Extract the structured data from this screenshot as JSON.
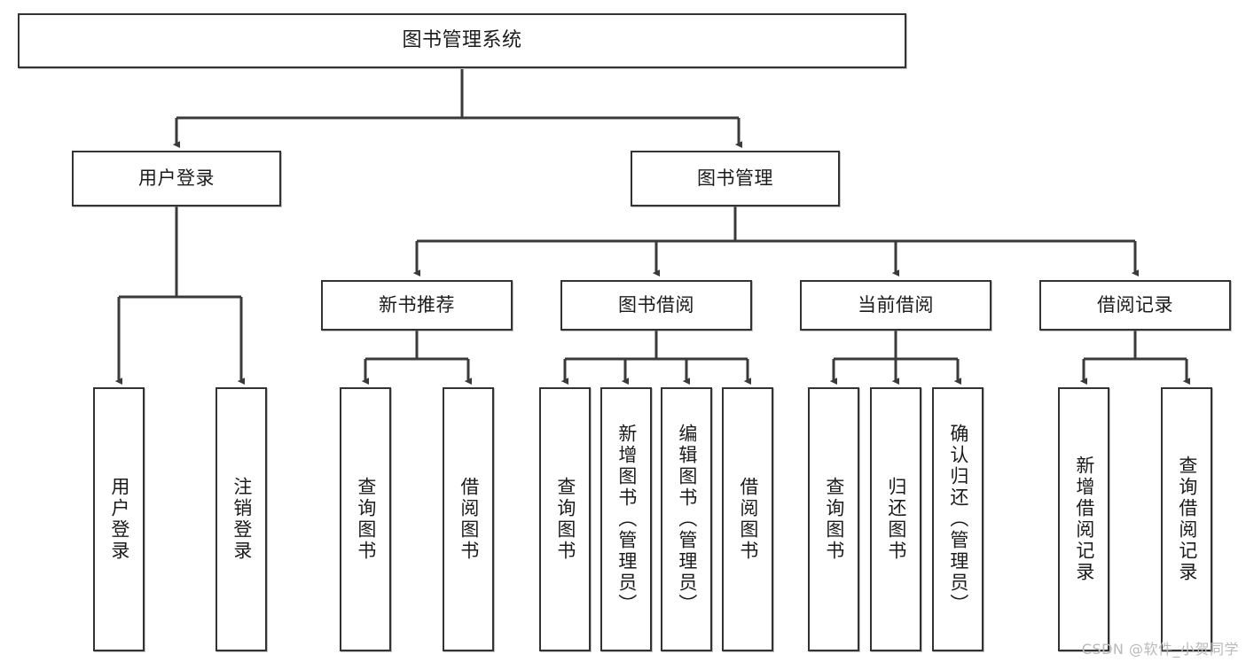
{
  "diagram": {
    "title": "图书管理系统",
    "type": "tree-hierarchy",
    "watermark": "CSDN @软件_小贺同学",
    "colors": {
      "background": "#ffffff",
      "node_border": "#333333",
      "node_fill": "#ffffff",
      "edge": "#3a3a3a",
      "text": "#1b1b1b",
      "watermark": "#b9b9b9"
    },
    "nodes": {
      "root": {
        "label": "图书管理系统"
      },
      "level2": [
        {
          "id": "user-login",
          "label": "用户登录"
        },
        {
          "id": "book-manage",
          "label": "图书管理"
        }
      ],
      "level3": [
        {
          "id": "new-book-rec",
          "label": "新书推荐"
        },
        {
          "id": "book-borrow",
          "label": "图书借阅"
        },
        {
          "id": "current-borrow",
          "label": "当前借阅"
        },
        {
          "id": "borrow-record",
          "label": "借阅记录"
        }
      ],
      "leaves": {
        "user-login": [
          {
            "id": "leaf-user-login",
            "label": "用户登录"
          },
          {
            "id": "leaf-user-logout",
            "label": "注销登录"
          }
        ],
        "new-book-rec": [
          {
            "id": "leaf-query-book-1",
            "label": "查询图书"
          },
          {
            "id": "leaf-borrow-book-1",
            "label": "借阅图书"
          }
        ],
        "book-borrow": [
          {
            "id": "leaf-query-book-2",
            "label": "查询图书"
          },
          {
            "id": "leaf-add-book",
            "label": "新增图书（管理员）"
          },
          {
            "id": "leaf-edit-book",
            "label": "编辑图书（管理员）"
          },
          {
            "id": "leaf-borrow-book-2",
            "label": "借阅图书"
          }
        ],
        "current-borrow": [
          {
            "id": "leaf-query-book-3",
            "label": "查询图书"
          },
          {
            "id": "leaf-return-book",
            "label": "归还图书"
          },
          {
            "id": "leaf-confirm-return",
            "label": "确认归还（管理员）"
          }
        ],
        "borrow-record": [
          {
            "id": "leaf-add-record",
            "label": "新增借阅记录"
          },
          {
            "id": "leaf-query-record",
            "label": "查询借阅记录"
          }
        ]
      }
    }
  }
}
